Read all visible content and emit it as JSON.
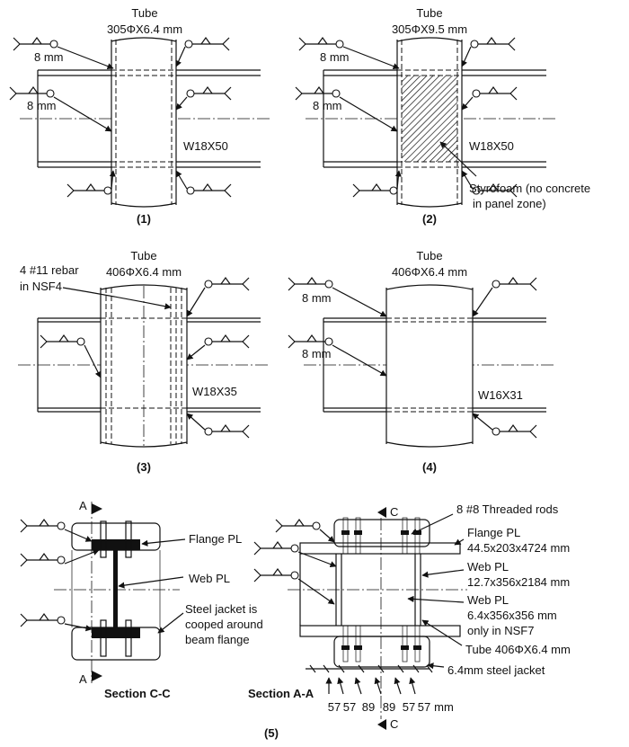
{
  "panel1": {
    "tube": "Tube",
    "tube_size": "305ΦX6.4 mm",
    "weld_top": "8 mm",
    "weld_mid": "8 mm",
    "beam": "W18X50",
    "caption": "(1)"
  },
  "panel2": {
    "tube": "Tube",
    "tube_size": "305ΦX9.5 mm",
    "weld_top": "8 mm",
    "weld_mid": "8 mm",
    "beam": "W18X50",
    "note_line1": "Styrofoam (no concrete",
    "note_line2": "in panel zone)",
    "caption": "(2)"
  },
  "panel3": {
    "tube": "Tube",
    "tube_size": "406ΦX6.4 mm",
    "rebar_line1": "4 #11 rebar",
    "rebar_line2": "in NSF4",
    "beam": "W18X35",
    "caption": "(3)"
  },
  "panel4": {
    "tube": "Tube",
    "tube_size": "406ΦX6.4 mm",
    "weld_top": "8 mm",
    "weld_mid": "8 mm",
    "beam": "W16X31",
    "caption": "(4)"
  },
  "panel5": {
    "cut_a_top": "A",
    "cut_a_bottom": "A",
    "flange_pl": "Flange PL",
    "web_pl": "Web PL",
    "jacket_line1": "Steel jacket is",
    "jacket_line2": "cooped around",
    "jacket_line3": "beam flange",
    "section_cc": "Section C-C",
    "cut_c_top": "C",
    "cut_c_bottom": "C",
    "rods": "8 #8 Threaded rods",
    "flange_line1": "Flange PL",
    "flange_line2": "44.5x203x4724 mm",
    "web1_line1": "Web PL",
    "web1_line2": "12.7x356x2184 mm",
    "web2_line1": "Web PL",
    "web2_line2": "6.4x356x356 mm",
    "web2_line3": "only in NSF7",
    "tube_label": "Tube 406ΦX6.4 mm",
    "jacket_label": "6.4mm steel jacket",
    "section_aa": "Section A-A",
    "dimensions": [
      "57",
      "57",
      "89",
      "89",
      "57",
      "57"
    ],
    "dim_unit": "mm",
    "caption": "(5)"
  }
}
